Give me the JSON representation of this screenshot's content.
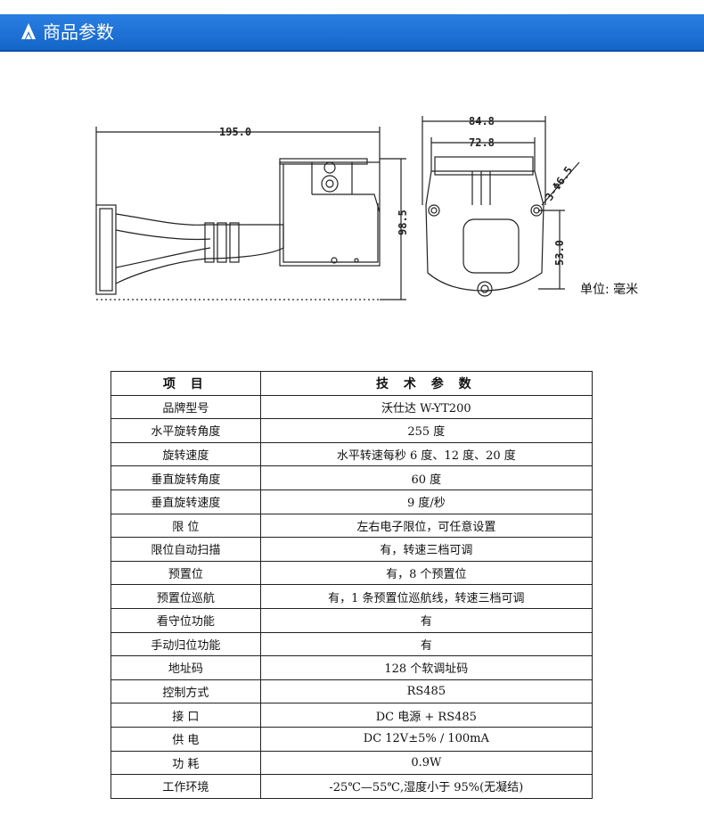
{
  "header": {
    "title": "商品参数"
  },
  "drawing": {
    "side": {
      "width_dim": "195.0",
      "height_dim": "98.5"
    },
    "front": {
      "outer_width_dim": "84.8",
      "inner_width_dim": "72.8",
      "hole_dim": "3-Φ6.5",
      "hole_spacing_dim": "53.0"
    },
    "unit": "单位: 毫米"
  },
  "table": {
    "header": {
      "item": "项  目",
      "spec": "技 术 参 数"
    },
    "rows": [
      {
        "item": "品牌型号",
        "value": "沃仕达 W-YT200"
      },
      {
        "item": "水平旋转角度",
        "value": "255 度"
      },
      {
        "item": "旋转速度",
        "value": "水平转速每秒 6 度、12 度、20 度"
      },
      {
        "item": "垂直旋转角度",
        "value": "60 度"
      },
      {
        "item": "垂直旋转速度",
        "value": "9 度/秒"
      },
      {
        "item": "限 位",
        "value": "左右电子限位，可任意设置"
      },
      {
        "item": "限位自动扫描",
        "value": "有，转速三档可调"
      },
      {
        "item": "预置位",
        "value": "有，8 个预置位"
      },
      {
        "item": "预置位巡航",
        "value": "有，1 条预置位巡航线，转速三档可调"
      },
      {
        "item": "看守位功能",
        "value": "有"
      },
      {
        "item": "手动归位功能",
        "value": "有"
      },
      {
        "item": "地址码",
        "value": "128 个软调址码"
      },
      {
        "item": "控制方式",
        "value": "RS485"
      },
      {
        "item": "接 口",
        "value": "DC 电源 + RS485"
      },
      {
        "item": "供 电",
        "value": "DC 12V±5% / 100mA"
      },
      {
        "item": "功 耗",
        "value": "0.9W"
      },
      {
        "item": "工作环境",
        "value": "-25℃—55℃,湿度小于 95%(无凝结)"
      }
    ]
  }
}
